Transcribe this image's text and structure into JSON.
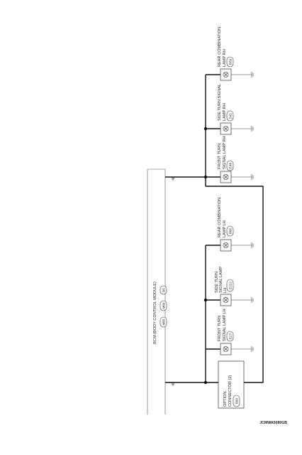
{
  "bcm": {
    "label": "BCM (BODY CONTROL MODULE)",
    "connectors": [
      "M65",
      "M69",
      "B5"
    ],
    "pin_left": "49",
    "pin_right": "48"
  },
  "option_connector": {
    "label_line1": "OPTION",
    "label_line2": "CONNECTOR (2)",
    "code": "B80"
  },
  "lamps": [
    {
      "id": "front-lh",
      "line1": "FRONT TURN",
      "line2": "SIGNAL LAMP LH",
      "code": "E27"
    },
    {
      "id": "side-lh",
      "line1": "SIDE TURN",
      "line2": "SIGNAL LAMP",
      "line3": "LH",
      "code": "E222"
    },
    {
      "id": "rear-lh",
      "line1": "REAR COMBINATION",
      "line2": "LAMP LH",
      "code": "B60"
    },
    {
      "id": "front-rh",
      "line1": "FRONT TURN",
      "line2": "SIGNAL LAMP RH",
      "code": "E48"
    },
    {
      "id": "side-rh",
      "line1": "SIDE TURN SIGNAL",
      "line2": "LAMP RH",
      "code": "D41"
    },
    {
      "id": "rear-rh",
      "line1": "REAR COMBINATION",
      "line2": "LAMP RH",
      "code": "B59"
    }
  ],
  "figure_id": "JCMWA5080GB"
}
